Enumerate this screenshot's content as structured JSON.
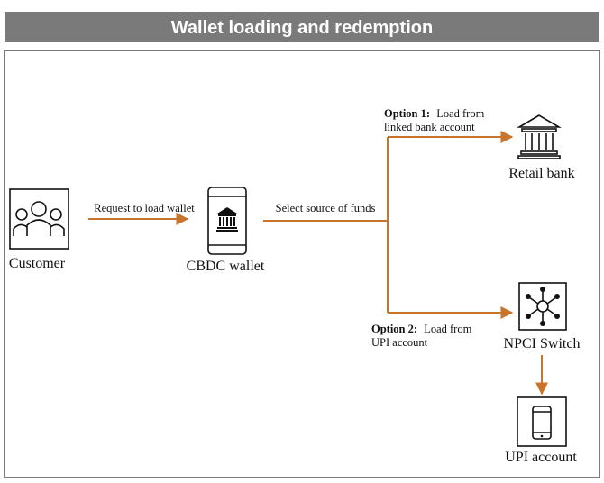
{
  "title": "Wallet loading and redemption",
  "nodes": {
    "customer": "Customer",
    "cbdc_wallet": "CBDC wallet",
    "retail_bank": "Retail bank",
    "npci_switch": "NPCI Switch",
    "upi_account": "UPI account"
  },
  "edges": {
    "request_to_load": "Request to load wallet",
    "select_source": "Select source of funds",
    "option1_bold": "Option 1:",
    "option1_line1": "Load from",
    "option1_line2": "linked bank account",
    "option2_bold": "Option 2:",
    "option2_line1": "Load from",
    "option2_line2": "UPI account"
  },
  "colors": {
    "arrow": "#c8742a",
    "title_bar": "#7a7a7a"
  }
}
